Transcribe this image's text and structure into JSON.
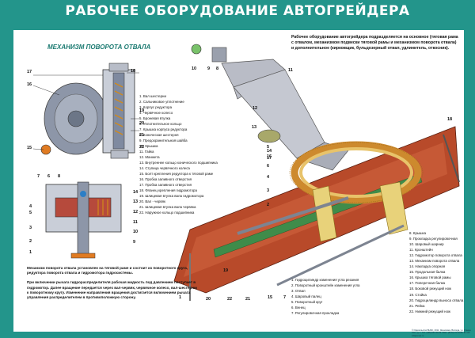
{
  "title": "РАБОЧЕЕ ОБОРУДОВАНИЕ АВТОГРЕЙДЕРА",
  "mechanism_title": "МЕХАНИЗМ ПОВОРОТА ОТВАЛА",
  "intro_text": "Рабочее оборудование автогрейдера подразделяется на основное (тяговая рама с отвалом, механизмом подвески тяговой рамы и механизмом поворота отвала) и дополнительное (кирковщик, бульдозерный отвал, удлинитель, откосник).",
  "mechanism_legend": [
    "1. Вал шестерни",
    "2. Сальниковое уплотнение",
    "3. Корпус редуктора",
    "4. Червячное колесо",
    "5. Броневая втулка",
    "6. Уплотнительное кольцо",
    "7. Крышка корпуса редуктора",
    "8. Коническая шестерня",
    "9. Предохранительная шайба",
    "10. Крышка",
    "11. Гайка",
    "12. Манжета",
    "13. Внутреннее кольцо конического подшипника",
    "14. Ступица червячного колеса",
    "15. Болт крепления редуктора к тяговой раме",
    "16. Пробка заливного отверстия",
    "17. Пробка заливного отверстия",
    "18. Фланец крепления гидромотора",
    "19. Шлицевая втулка вала гидромотора",
    "20. Вал - червяк",
    "21. Шлицевая втулка вала червяка",
    "22. Наружное кольцо подшипника"
  ],
  "mechanism_note": [
    "Механизм поворота отвала установлен на тяговой раме и состоит из поворотного круга, редуктора поворота отвала и гидромотора гидросистемы.",
    "При включении рычага гидрораспределителя рабочая жидкость под давлением поступает в гидромотор. Далее вращение передается через вал-червяк, червячное колесо, вал-шестерню к поворотному кругу. Изменение направления вращения достигается включением рычага управления распределителем в противоположную сторону."
  ],
  "main_legend_bottom": [
    "1. Гидроцилиндр изменения угла резания",
    "2. Поворотный кронштейн изменения угла",
    "3. Отвал",
    "4. Шаровый палец",
    "5. Поворотный круг",
    "6. Венец",
    "7. Регулировочная прокладка"
  ],
  "main_legend_right": [
    "8. Крышка",
    "9. Прокладка регулировочная",
    "10. Шаровый шарнир",
    "11. Кронштейн",
    "12. Гидромотор поворота отвала",
    "13. Механизм поворота отвала",
    "14. Накладка опорная",
    "15. Продольная балка",
    "16. Крышка тяговой рамы",
    "17. Поперечная балка",
    "18. Боковой режущий нож",
    "19. Стойка",
    "20. Гидроцилиндр выноса отвала",
    "21. Рейка",
    "22. Нижний режущий нож"
  ],
  "callouts_mechanism": [
    "17",
    "16",
    "15",
    "7",
    "6",
    "8",
    "4",
    "5",
    "3",
    "2",
    "1",
    "18",
    "19",
    "20",
    "21",
    "22",
    "14",
    "13",
    "12",
    "11",
    "10",
    "9"
  ],
  "callouts_main": [
    "10",
    "9",
    "8",
    "11",
    "12",
    "13",
    "14",
    "16",
    "17",
    "5",
    "6",
    "4",
    "3",
    "2",
    "1",
    "18",
    "19",
    "20",
    "22",
    "21",
    "15",
    "7"
  ],
  "footer": "© Издательство ВНЭС, 2011. Экономика, Вологда, ул. Стакан. Пост, д. 7. Тел. (495) 621-34-35. Факс: (8172) 72-75-84. E-mail: info@vnes.ru",
  "colors": {
    "frame": "#23958b",
    "accent": "#1b7a71",
    "blade": "#b84a2a",
    "ring": "#e8c36a",
    "frame_metal": "#b9bcc6"
  }
}
